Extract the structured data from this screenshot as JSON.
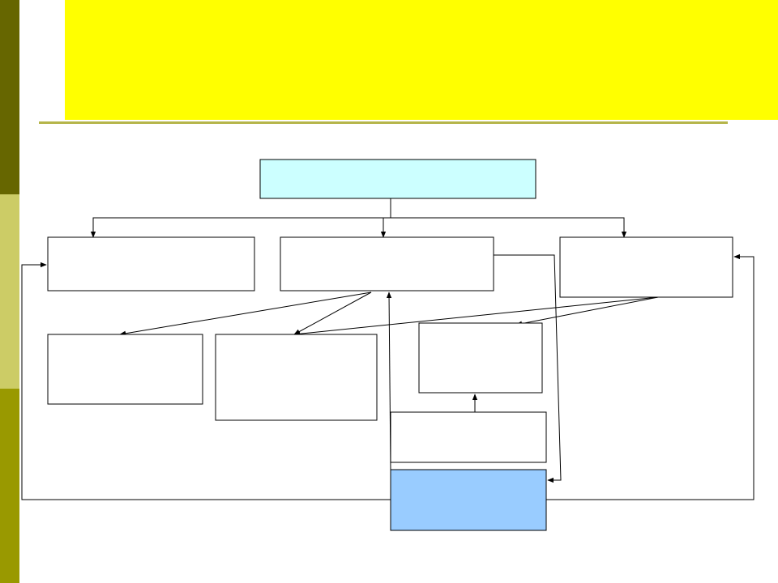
{
  "slide": {
    "title": "",
    "colors": {
      "title_fill": "#ffff00",
      "rule": "#b5b54a",
      "side_top": "#666600",
      "side_mid": "#cccc66",
      "side_bot": "#999900",
      "stroke": "#000000",
      "node_fill": "#ffffff",
      "root_fill": "#ccffff",
      "focus_fill": "#99ccff"
    }
  },
  "diagram": {
    "nodes": [
      {
        "id": "root",
        "label": "",
        "fill": "root"
      },
      {
        "id": "left",
        "label": "",
        "fill": "node"
      },
      {
        "id": "middle",
        "label": "",
        "fill": "node"
      },
      {
        "id": "right",
        "label": "",
        "fill": "node"
      },
      {
        "id": "sub-1",
        "label": "",
        "fill": "node"
      },
      {
        "id": "sub-2",
        "label": "",
        "fill": "node"
      },
      {
        "id": "sub-3",
        "label": "",
        "fill": "node"
      },
      {
        "id": "sub-4",
        "label": "",
        "fill": "node"
      },
      {
        "id": "focus",
        "label": "",
        "fill": "focus"
      }
    ],
    "edges": [
      {
        "from": "root",
        "to": "left"
      },
      {
        "from": "root",
        "to": "middle"
      },
      {
        "from": "root",
        "to": "right"
      },
      {
        "from": "middle",
        "to": "sub-1"
      },
      {
        "from": "middle",
        "to": "sub-2"
      },
      {
        "from": "right",
        "to": "sub-2"
      },
      {
        "from": "right",
        "to": "sub-3"
      },
      {
        "from": "sub-4",
        "to": "sub-3"
      },
      {
        "from": "focus",
        "to": "left"
      },
      {
        "from": "focus",
        "to": "right"
      },
      {
        "from": "focus",
        "to": "middle"
      },
      {
        "from": "middle",
        "to": "focus"
      }
    ]
  }
}
